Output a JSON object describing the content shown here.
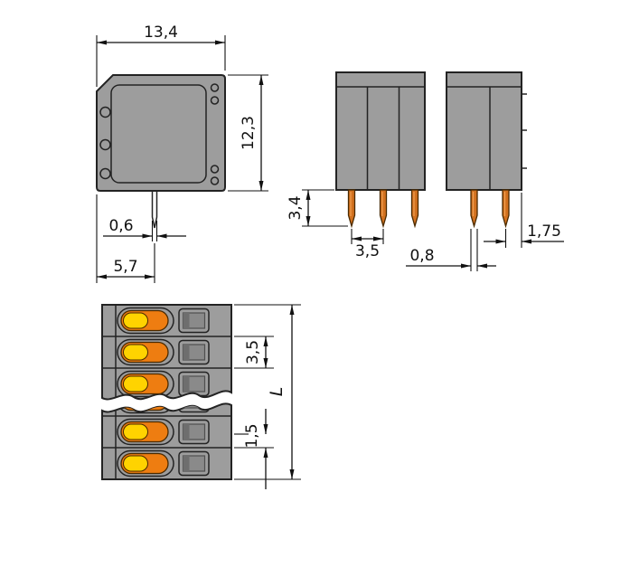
{
  "drawing": {
    "title": "terminal-block-dimension-drawing",
    "views": {
      "side": "side-view",
      "front": "front-view",
      "top": "top-view"
    }
  },
  "colors": {
    "background": "#ffffff",
    "outline": "#232323",
    "dimension": "#111111",
    "body_gray": "#9d9d9d",
    "body_gray_light": "#a6a6a6",
    "ring_gray": "#8c8c8c",
    "slot_gray": "#949494",
    "slot_inner_gray": "#8a8a8a",
    "slot_shadow_gray": "#6e6e6e",
    "hole_fill": "#e8e8e8",
    "pin_fill": "#ffffff",
    "pin_orange": "#d2711f",
    "pin_highlight": "#f0a050",
    "button_orange": "#ee7d11",
    "button_yellow": "#ffd300"
  },
  "dimensions": {
    "side_width": "13,4",
    "side_height": "12,3",
    "side_pin_width": "0,6",
    "side_pin_offset": "5,7",
    "front_pin_length": "3,4",
    "front_pitch": "3,5",
    "front_pin_width": "0,8",
    "front_edge_offset": "1,75",
    "top_pitch": "3,5",
    "top_end_offset": "1,5",
    "top_total_length": "L"
  }
}
